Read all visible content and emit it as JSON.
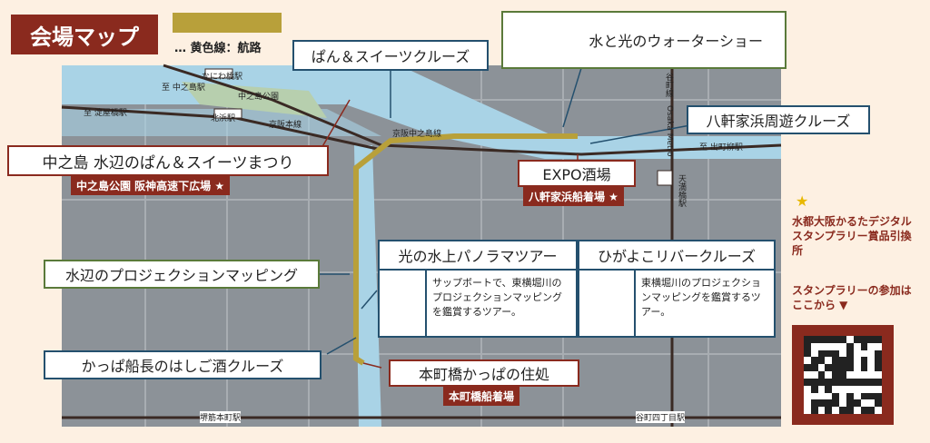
{
  "header": {
    "title": "会場マップ",
    "legend": "… 黄色線：航路"
  },
  "stations": {
    "naniwabashi": "なにわ橋駅",
    "nakanoshima_upper": "至 中之島駅",
    "yodoyabashi": "至 淀屋橋駅",
    "nakanoshima_koen": "中之島公園",
    "kitahama": "北浜駅",
    "keihan_line": "京阪本線",
    "keihan_nakanoshima_line": "京阪中之島線",
    "temmabashi": "天満橋駅",
    "demachi": "至 出町柳駅",
    "tanimachi_line": "谷町線",
    "osaka_metro": "Osaka Metro",
    "sakaisuji": "堺筋本町駅",
    "tanimachi4": "谷町四丁目駅"
  },
  "labels": {
    "pan_sweets_cruise": "ぱん＆スイーツクルーズ",
    "water_light_show": "水と光のウォーターショー",
    "hachiken_cruise": "八軒家浜周遊クルーズ",
    "pan_sweets_festival": "中之島 水辺のぱん＆スイーツまつり",
    "pan_sweets_place": "中之島公園 阪神高速下広場 ★",
    "expo_sakaba": "EXPO酒場",
    "expo_place": "八軒家浜船着場 ★",
    "projection_mapping": "水辺のプロジェクションマッピング",
    "panorama_tour": "光の水上パノラマツアー",
    "panorama_desc": "サップボートで、東横堀川のプロジェクションマッピングを鑑賞するツアー。",
    "higayokoji_cruise": "ひがよこリバークルーズ",
    "higayokoji_desc": "東横堀川のプロジェクションマッピングを鑑賞するツアー。",
    "kappa_cruise": "かっぱ船長のはしご酒クルーズ",
    "kappa_house": "本町橋かっぱの住処",
    "kappa_place": "本町橋船着場"
  },
  "side": {
    "star": "★",
    "rally_info": "水都大阪かるたデジタルスタンプラリー賞品引換所",
    "rally_entry": "スタンプラリーの参加はここから ▼"
  },
  "colors": {
    "brand_red": "#8a2a1e",
    "route": "#b8a03a",
    "river": "#a9d3e6",
    "land": "#8c9298"
  }
}
